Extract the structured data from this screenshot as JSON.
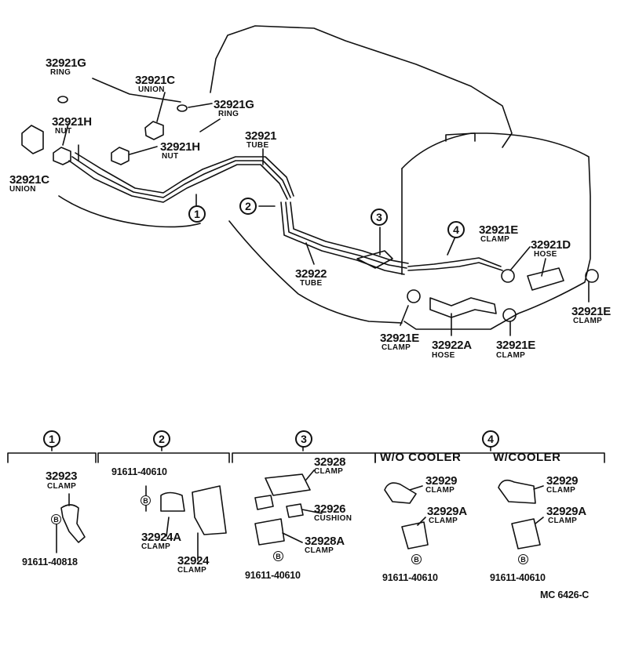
{
  "main_labels": [
    {
      "part": "32921G",
      "name": "RING"
    },
    {
      "part": "32921C",
      "name": "UNION"
    },
    {
      "part": "32921G",
      "name": "RING"
    },
    {
      "part": "32921H",
      "name": "NUT"
    },
    {
      "part": "32921H",
      "name": "NUT"
    },
    {
      "part": "32921C",
      "name": "UNION"
    },
    {
      "part": "32921",
      "name": "TUBE"
    },
    {
      "part": "32922",
      "name": "TUBE"
    },
    {
      "part": "32921E",
      "name": "CLAMP"
    },
    {
      "part": "32921D",
      "name": "HOSE"
    },
    {
      "part": "32921E",
      "name": "CLAMP"
    },
    {
      "part": "32921E",
      "name": "CLAMP"
    },
    {
      "part": "32922A",
      "name": "HOSE"
    },
    {
      "part": "32921E",
      "name": "CLAMP"
    }
  ],
  "callouts": [
    "1",
    "2",
    "3",
    "4"
  ],
  "detail": {
    "sections": [
      "1",
      "2",
      "3",
      "4"
    ],
    "sub_headers": [
      "W/O COOLER",
      "W/COOLER"
    ],
    "labels": [
      {
        "part": "32923",
        "name": "CLAMP"
      },
      {
        "part": "32924A",
        "name": "CLAMP"
      },
      {
        "part": "32924",
        "name": "CLAMP"
      },
      {
        "part": "32928",
        "name": "CLAMP"
      },
      {
        "part": "32926",
        "name": "CUSHION"
      },
      {
        "part": "32928A",
        "name": "CLAMP"
      },
      {
        "part": "32929",
        "name": "CLAMP"
      },
      {
        "part": "32929A",
        "name": "CLAMP"
      },
      {
        "part": "32929",
        "name": "CLAMP"
      },
      {
        "part": "32929A",
        "name": "CLAMP"
      }
    ],
    "bolts": [
      "91611-40818",
      "91611-40610",
      "91611-40610",
      "91611-40610",
      "91611-40610"
    ],
    "bolt_mark": "B"
  },
  "footer_code": "MC  6426-C"
}
